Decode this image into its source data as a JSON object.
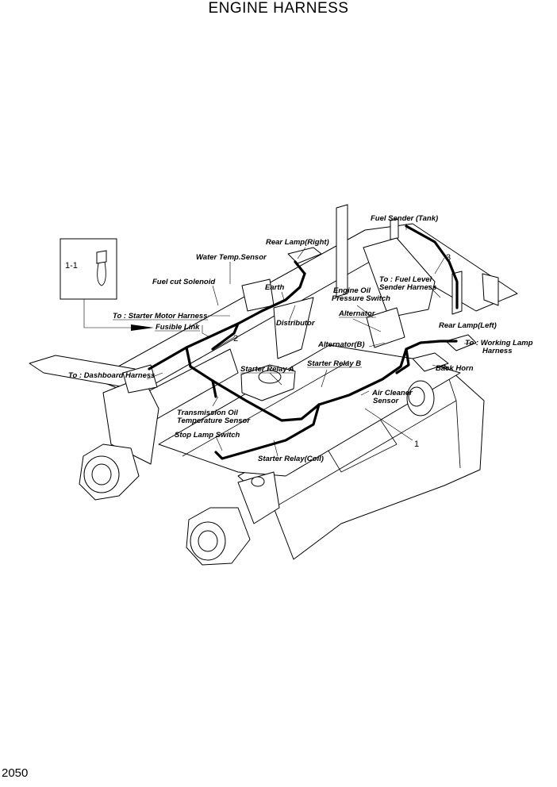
{
  "title": "ENGINE HARNESS",
  "page_number": "2050",
  "inset_label": "1-1",
  "callouts": {
    "c1": "1",
    "c2": "2",
    "c3": "3"
  },
  "labels": {
    "fuel_sender_tank": "Fuel Sender (Tank)",
    "rear_lamp_right": "Rear Lamp(Right)",
    "water_temp_sensor": "Water Temp.Sensor",
    "fuel_cut_solenoid": "Fuel cut Solenoid",
    "earth": "Earth",
    "to_fuel_level_line1": "To : Fuel Level",
    "to_fuel_level_line2": "Sender Harness",
    "engine_oil_line1": "Engine Oil",
    "engine_oil_line2": "Pressure Switch",
    "alternator": "Alternator",
    "rear_lamp_left": "Rear Lamp(Left)",
    "to_starter_motor": "To : Starter Motor Harness",
    "fusible_link": "Fusible Link",
    "distributor": "Distributor",
    "alternator_b": "Alternator(B)",
    "to_working_lamp_line1": "To : Working Lamp",
    "to_working_lamp_line2": "Harness",
    "starter_relay_a": "Starter Relay A",
    "starter_relay_b": "Starter Relay B",
    "back_horn": "Back Horn",
    "to_dashboard": "To : Dashboard Harness",
    "air_cleaner_line1": "Air Cleaner",
    "air_cleaner_line2": "Sensor",
    "trans_oil_line1": "Transmission Oil",
    "trans_oil_line2": "Temperature Sensor",
    "stop_lamp_switch": "Stop Lamp Switch",
    "starter_relay_coil": "Starter Relay(Coil)"
  }
}
